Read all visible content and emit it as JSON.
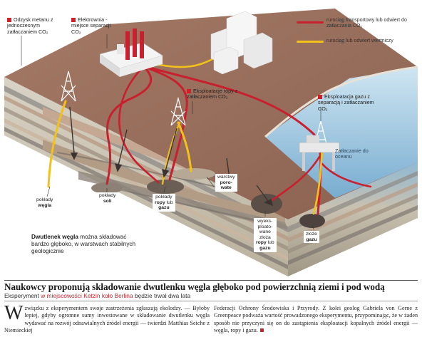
{
  "legend": {
    "red_label": "rurociąg transportowy lub odwiert do zatłaczania CO₂",
    "yellow_label": "rurociąg lub odwiert wiertniczy"
  },
  "colors": {
    "pipe_red": "#c8202e",
    "pipe_yellow": "#f2c21a",
    "sea": "#7fb3d1",
    "soil": "#9a6e5a"
  },
  "labels": {
    "methane": "Odzysk metanu z jednoczesnym zatłaczaniem CO₂",
    "powerplant": "Elektrownia - miejsce separacji CO₂",
    "oil": "Eksploatacje ropy z zatłaczaniem CO₂",
    "gas": "Eksploatacja gazu z separacją i zatłaczaniem CO₂",
    "ocean": "Zatłaczanie do oceanu"
  },
  "boxes": {
    "coal_1": "pokłady",
    "coal_2": "węgla",
    "salt_1": "pokłady",
    "salt_2": "soli",
    "oilgas_1": "pokłady",
    "oilgas_2": "ropy",
    "oilgas_3": "lub",
    "oilgas_4": "gazu",
    "porous_1": "warstwy",
    "porous_2": "poro-",
    "porous_3": "wate",
    "depleted_1": "wyeks-",
    "depleted_2": "ploato-",
    "depleted_3": "wane",
    "depleted_4": "złoża",
    "depleted_5": "ropy",
    "depleted_6": "lub",
    "depleted_7": "gazu",
    "gasdep_1": "złoże",
    "gasdep_2": "gazu"
  },
  "caption": {
    "bold": "Dwutlenek węgla",
    "line1": "można składować",
    "line2": "bardzo głęboko, w warstwach stabilnych",
    "line3": "geologicznie"
  },
  "article": {
    "headline": "Naukowcy proponują składowanie dwutlenku węgla głęboko pod powierzchnią ziemi i pod wodą",
    "sub_pre": "Eksperyment",
    "sub_highlight": "w miejscowości Ketzin koło Berlina",
    "sub_post": "będzie trwał dwa lata",
    "dropcap": "W",
    "col1": "związku z eksperymentem swoje zastrzeżenia zgłaszają ekolodzy. — Byłoby lepiej, gdyby ogromne sumy inwestowane w składowanie dwutlenku węgla wydawać na rozwój odnawialnych źródeł energii — twierdzi Matthias Seiche z Niemieckiej",
    "col2": "Federacji Ochrony Środowiska i Przyrody. Z kolei geolog Gabriela von Gerne z Greenpeace podważa wartość prowadzonego eksperymentu, przypominając, że w żaden sposób nie przyczyni się on do zastąpienia eksploatacji kopalnych źródeł energii — węgla, ropy i gazu."
  }
}
